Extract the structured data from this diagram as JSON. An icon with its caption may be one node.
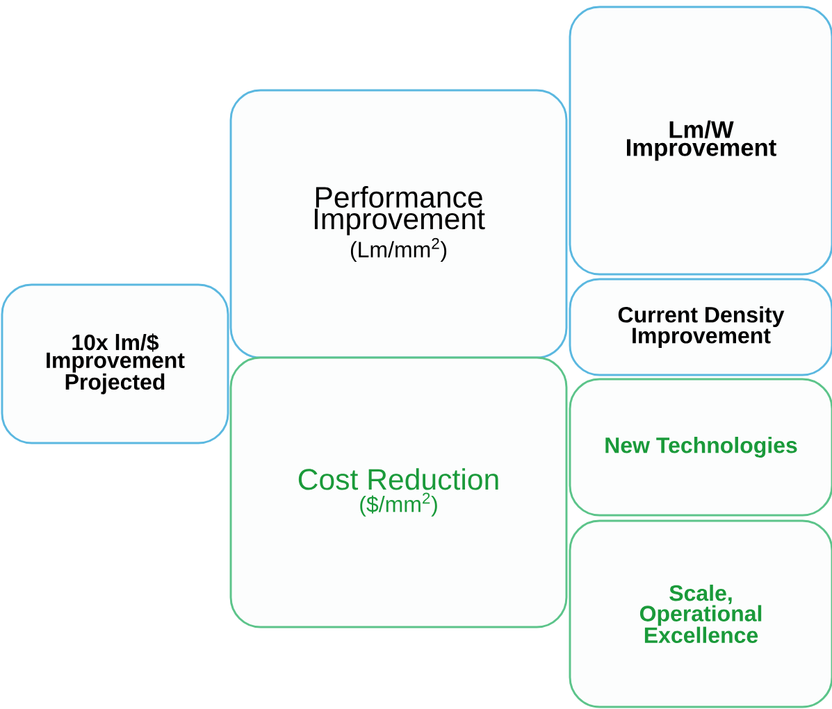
{
  "diagram": {
    "nodes": [
      {
        "text": [
          "10x lm/$ Improvement Projected"
        ]
      },
      {
        "text": [
          "Performance Improvement",
          "(Lm/mm$^{2}$)"
        ]
      },
      {
        "text": [
          "Cost Reduction",
          "($/mm$^{2}$)"
        ]
      },
      {
        "text": [
          "Lm/W Improvement"
        ]
      },
      {
        "text": [
          "Current Density Improvement"
        ]
      },
      {
        "text": [
          "New Technologies"
        ]
      },
      {
        "text": [
          "Scale, Operational Excellence"
        ]
      }
    ]
  }
}
